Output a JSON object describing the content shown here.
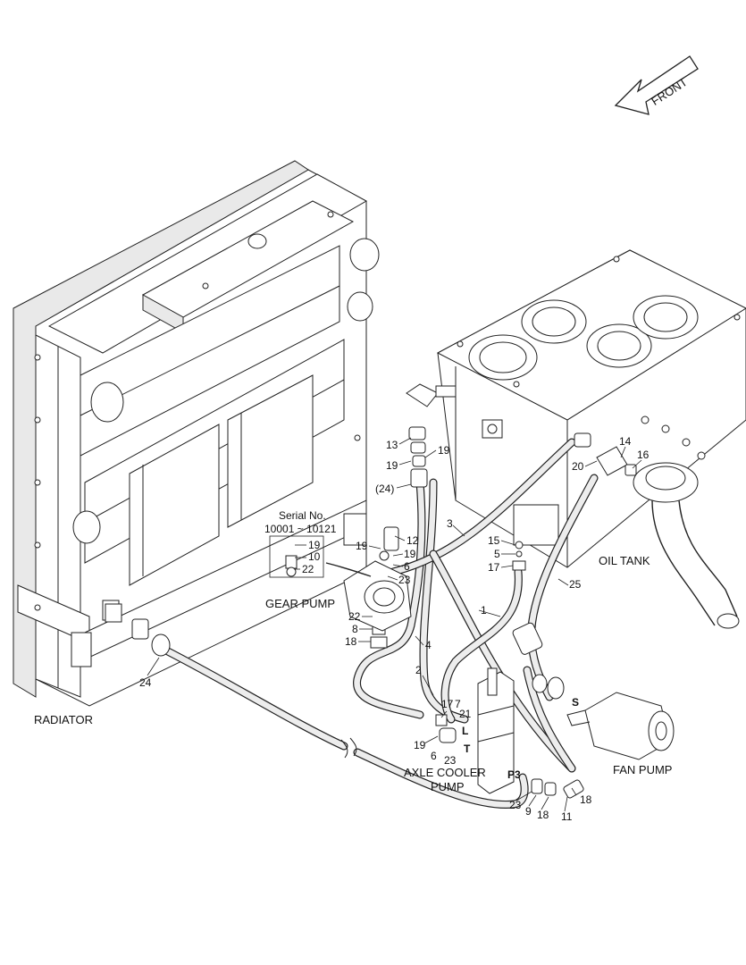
{
  "direction": {
    "label": "FRONT"
  },
  "components": {
    "radiator": "RADIATOR",
    "oil_tank": "OIL TANK",
    "gear_pump": "GEAR PUMP",
    "fan_pump": "FAN PUMP",
    "axle_cooler_pump_line1": "AXLE COOLER",
    "axle_cooler_pump_line2": "PUMP"
  },
  "serial": {
    "title": "Serial No.",
    "range": "10001 ~ 10121",
    "items": [
      "19",
      "10",
      "22"
    ]
  },
  "ports": {
    "L": "L",
    "T": "T",
    "P3": "P3",
    "S": "S"
  },
  "callouts": {
    "c13": "13",
    "c19a": "19",
    "c19b": "19",
    "c24a": "(24)",
    "c3": "3",
    "c14": "14",
    "c20": "20",
    "c16": "16",
    "c15": "15",
    "c5": "5",
    "c17a": "17",
    "c25": "25",
    "c19c": "19",
    "c12": "12",
    "c19d": "19",
    "c6a": "6",
    "c23a": "23",
    "c22": "22",
    "c8": "8",
    "c18a": "18",
    "c1": "1",
    "c4": "4",
    "c2": "2",
    "c24b": "24",
    "c17b": "17",
    "c7": "7",
    "c21": "21",
    "c19e": "19",
    "c6b": "6",
    "c23b": "23",
    "c18b": "18",
    "c23c": "23",
    "c9": "9",
    "c18c": "18",
    "c11": "11"
  }
}
